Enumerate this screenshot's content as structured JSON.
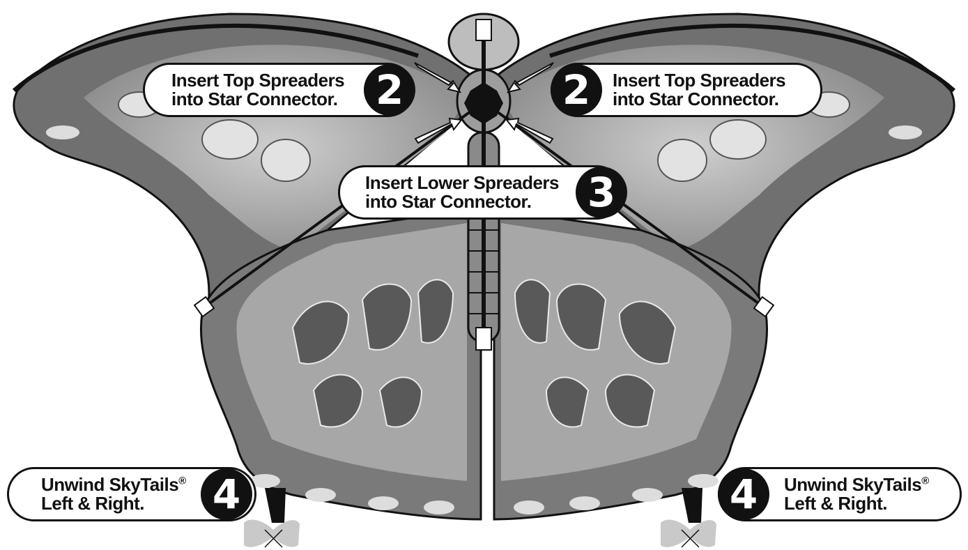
{
  "colors": {
    "wing_dark": "#6b6b6b",
    "wing_mid": "#8c8c8c",
    "wing_light": "#c9c9c9",
    "highlight": "#ececec",
    "outline": "#111111"
  },
  "callouts": {
    "top_left": {
      "step": "2",
      "line1": "Insert Top Spreaders",
      "line2": "into Star Connector."
    },
    "top_right": {
      "step": "2",
      "line1": "Insert Top Spreaders",
      "line2": "into Star Connector."
    },
    "lower": {
      "step": "3",
      "line1": "Insert Lower Spreaders",
      "line2": "into Star Connector."
    },
    "tail_left": {
      "step": "4",
      "line1": "Unwind SkyTails",
      "reg": "®",
      "line2": "Left & Right."
    },
    "tail_right": {
      "step": "4",
      "line1": "Unwind SkyTails",
      "reg": "®",
      "line2": "Left & Right."
    }
  }
}
